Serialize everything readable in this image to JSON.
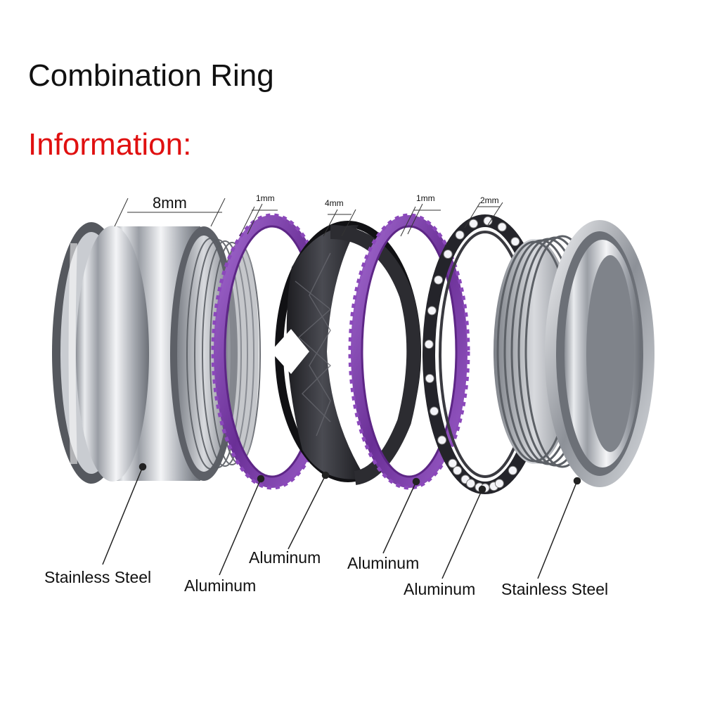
{
  "title": "Combination Ring",
  "subtitle": "Information:",
  "colors": {
    "subtitle": "#e01010",
    "steel": "#b8bcc4",
    "purple": "#7b3fa6",
    "black": "#2a2a2e"
  },
  "dimensions": [
    {
      "id": "outer-band",
      "text": "8mm"
    },
    {
      "id": "purple-ring-1",
      "text": "1mm"
    },
    {
      "id": "black-band",
      "text": "4mm"
    },
    {
      "id": "purple-ring-2",
      "text": "1mm"
    },
    {
      "id": "gem-ring",
      "text": "2mm"
    }
  ],
  "materials": [
    {
      "id": "outer-band",
      "text": "Stainless Steel"
    },
    {
      "id": "purple-ring-1",
      "text": "Aluminum"
    },
    {
      "id": "black-band",
      "text": "Aluminum"
    },
    {
      "id": "purple-ring-2",
      "text": "Aluminum"
    },
    {
      "id": "gem-ring",
      "text": "Aluminum"
    },
    {
      "id": "inner-core",
      "text": "Stainless Steel"
    }
  ]
}
